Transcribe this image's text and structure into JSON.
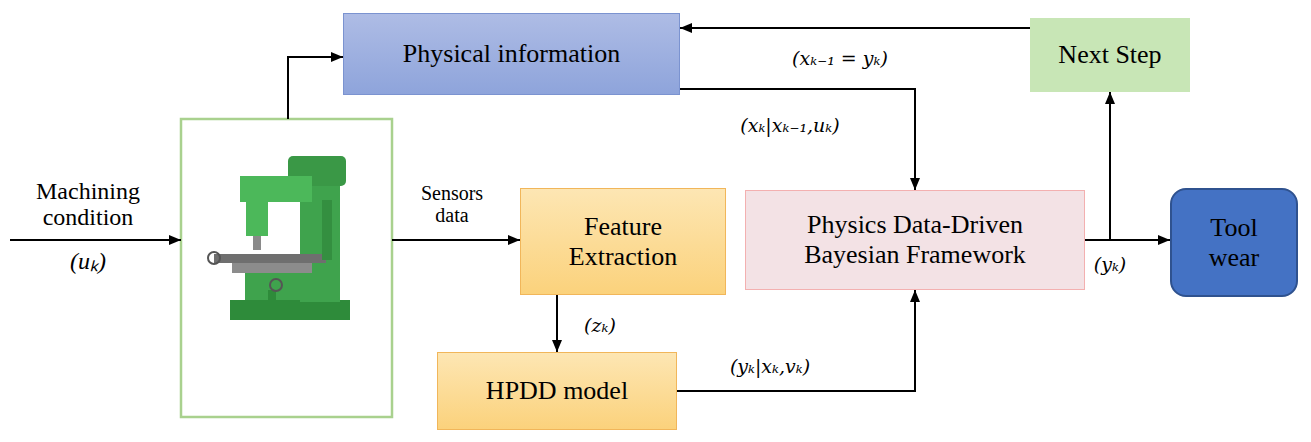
{
  "diagram": {
    "nodes": [
      {
        "text": [
          "Physical information"
        ]
      },
      {
        "text": [
          "Next Step"
        ]
      },
      {
        "text": [
          "Feature Extraction"
        ]
      },
      {
        "text": [
          "Physics Data-Driven Bayesian Framework"
        ]
      },
      {
        "text": [
          "Tool wear"
        ]
      },
      {
        "text": [
          "HPDD model"
        ]
      }
    ],
    "edges": [
      {
        "from": 0,
        "to": 3,
        "label": "(xₖ|xₖ₋₁,uₖ)",
        "arrow": "to"
      },
      {
        "from": 2,
        "to": 5,
        "label": "(zₖ)",
        "arrow": "to"
      },
      {
        "from": 5,
        "to": 3,
        "label": "(yₖ|xₖ,vₖ)",
        "arrow": "to"
      },
      {
        "from": 3,
        "to": 4,
        "label": "(yₖ)",
        "arrow": "to"
      },
      {
        "from": 3,
        "to": 1,
        "arrow": "to"
      },
      {
        "from": 1,
        "to": 0,
        "label": "(xₖ₋₁ = yₖ)",
        "arrow": "to"
      }
    ],
    "labels": [
      "Machining condition",
      "(uₖ)",
      "Sensors data"
    ]
  }
}
